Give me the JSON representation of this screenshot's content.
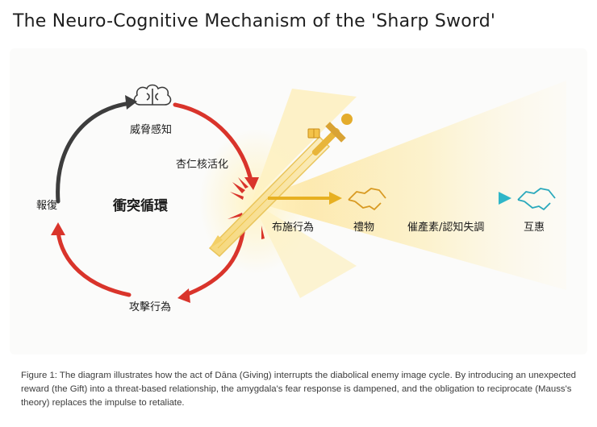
{
  "title": "The Neuro-Cognitive Mechanism of the 'Sharp Sword'",
  "cycle": {
    "center_label": "衝突循環",
    "nodes": {
      "threat_perception": "威脅感知",
      "amygdala_activation": "杏仁核活化",
      "aggressive_behavior": "攻擊行為",
      "retaliation": "報復"
    }
  },
  "flow": {
    "giving_act": "布施行為",
    "gift": "禮物",
    "oxytocin": "催產素/認知失調",
    "reciprocity": "互惠"
  },
  "icons": {
    "brain": "brain-icon",
    "sword": "sword-icon",
    "gift": "gift-icon",
    "handshake_gold": "handshake-icon",
    "handshake_teal": "handshake-icon"
  },
  "colors": {
    "cycle_dark": "#3d3d3d",
    "cycle_red": "#d9342b",
    "flow_gold": "#e9b52a",
    "flow_teal": "#2fb6c8",
    "light_beam": "#fde9a8"
  },
  "caption": "Figure 1: The diagram illustrates how the act of Dāna (Giving) interrupts the diabolical enemy image cycle. By introducing an unexpected reward (the Gift) into a threat-based relationship, the amygdala's fear response is dampened, and the obligation to reciprocate (Mauss's theory) replaces the impulse to retaliate."
}
